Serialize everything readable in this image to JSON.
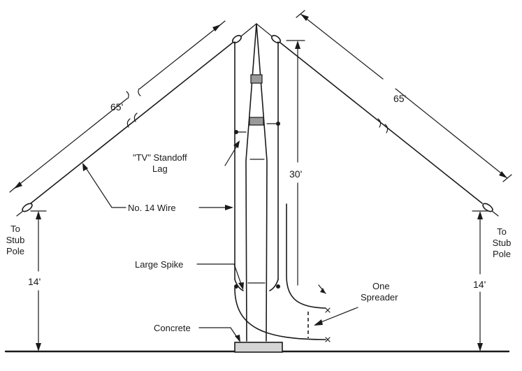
{
  "labels": {
    "left_leg_length": "65'",
    "right_leg_length": "65'",
    "mast_height": "30'",
    "left_support_height": "14'",
    "right_support_height": "14'",
    "left_stub_line1": "To",
    "left_stub_line2": "Stub",
    "left_stub_line3": "Pole",
    "right_stub_line1": "To",
    "right_stub_line2": "Stub",
    "right_stub_line3": "Pole",
    "standoff_line1": "\"TV\" Standoff",
    "standoff_line2": "Lag",
    "wire": "No. 14 Wire",
    "spike": "Large Spike",
    "spreader_line1": "One",
    "spreader_line2": "Spreader",
    "concrete": "Concrete"
  }
}
